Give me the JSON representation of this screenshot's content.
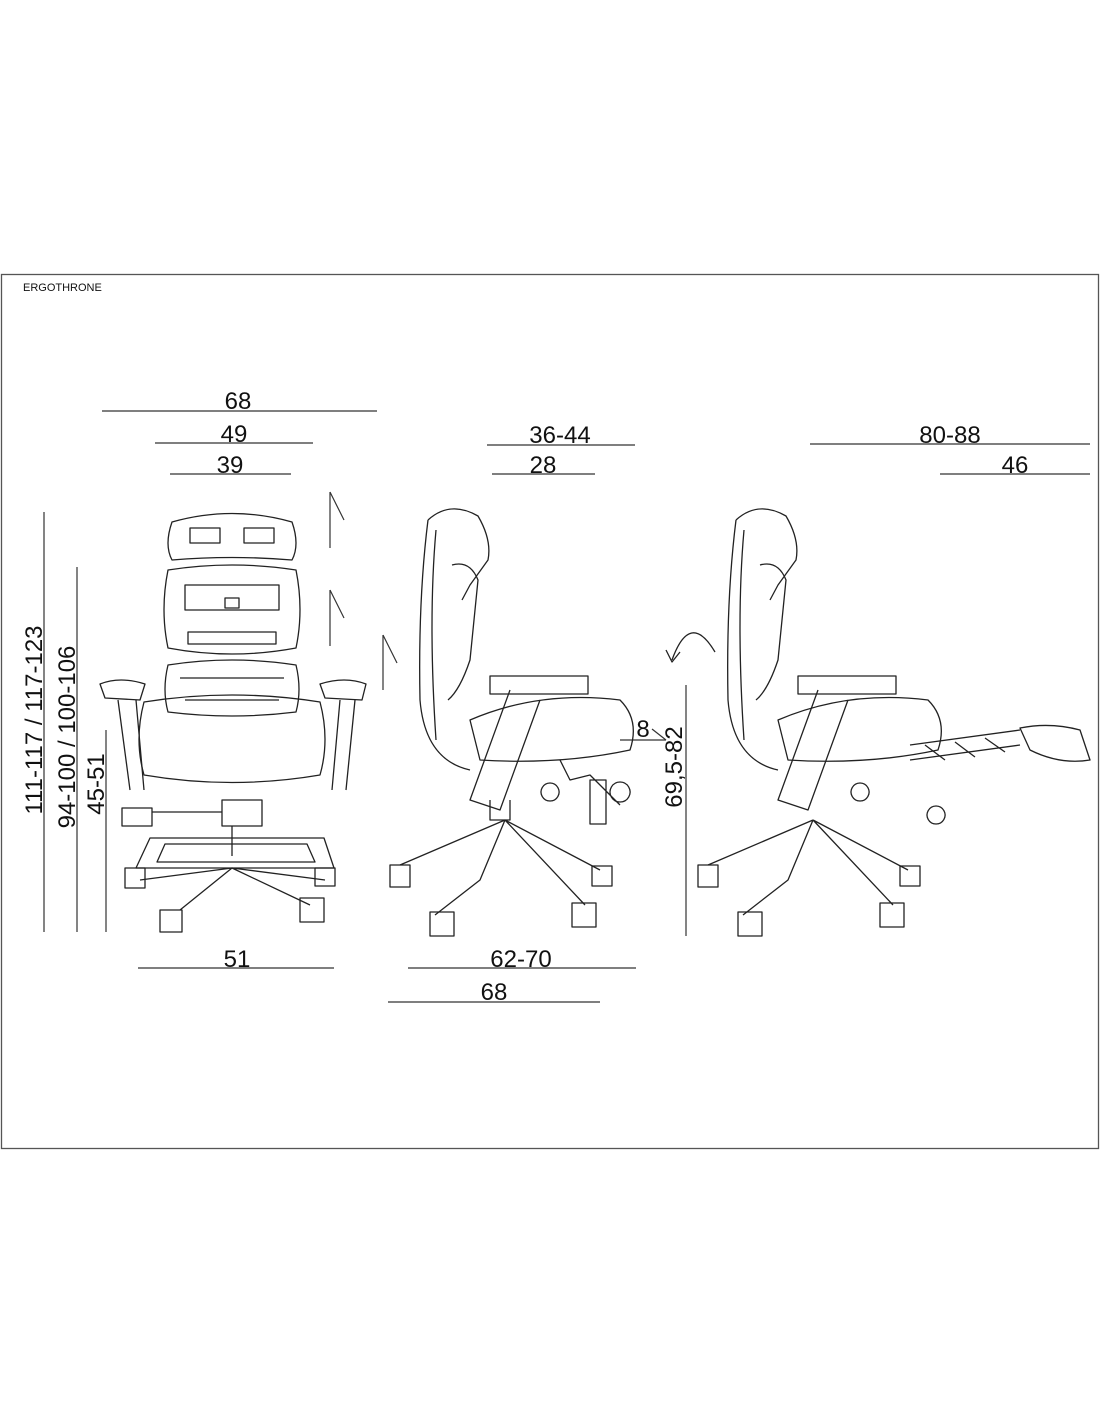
{
  "title": "ERGOTHRONE",
  "front_view": {
    "width_overall": "68",
    "width_back": "49",
    "width_seat": "39",
    "base_width": "51",
    "height_total": "111-117 / 117-123",
    "height_back": "94-100 / 100-106",
    "seat_height": "45-51"
  },
  "side_view": {
    "depth_armrest": "36-44",
    "seat_depth": "28",
    "depth_base": "62-70",
    "depth_overall": "68",
    "seat_tilt": "8"
  },
  "reclined_view": {
    "length_reclined": "80-88",
    "footrest_length": "46",
    "height_reclined": "69,5-82"
  }
}
